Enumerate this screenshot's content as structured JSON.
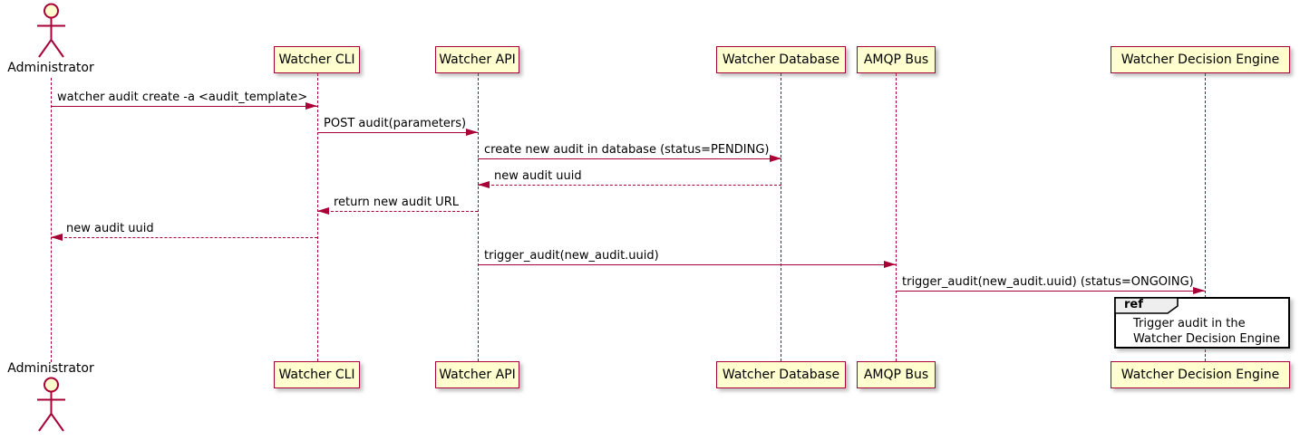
{
  "diagram": {
    "type": "sequence-diagram",
    "participants": [
      {
        "label": "Administrator",
        "kind": "actor"
      },
      {
        "label": "Watcher CLI",
        "kind": "participant"
      },
      {
        "label": "Watcher API",
        "kind": "participant"
      },
      {
        "label": "Watcher Database",
        "kind": "participant"
      },
      {
        "label": "AMQP Bus",
        "kind": "participant"
      },
      {
        "label": "Watcher Decision Engine",
        "kind": "participant"
      }
    ],
    "messages": [
      {
        "label": "watcher audit create -a <audit_template>",
        "from": "Administrator",
        "to": "Watcher CLI",
        "style": "solid"
      },
      {
        "label": "POST audit(parameters)",
        "from": "Watcher CLI",
        "to": "Watcher API",
        "style": "solid"
      },
      {
        "label": "create new audit in database (status=PENDING)",
        "from": "Watcher API",
        "to": "Watcher Database",
        "style": "solid"
      },
      {
        "label": "new audit uuid",
        "from": "Watcher Database",
        "to": "Watcher API",
        "style": "dashed"
      },
      {
        "label": "return new audit URL",
        "from": "Watcher API",
        "to": "Watcher CLI",
        "style": "dashed"
      },
      {
        "label": "new audit uuid",
        "from": "Watcher CLI",
        "to": "Administrator",
        "style": "dashed"
      },
      {
        "label": "trigger_audit(new_audit.uuid)",
        "from": "Watcher API",
        "to": "AMQP Bus",
        "style": "solid"
      },
      {
        "label": "trigger_audit(new_audit.uuid) (status=ONGOING)",
        "from": "AMQP Bus",
        "to": "Watcher Decision Engine",
        "style": "solid"
      }
    ],
    "ref": {
      "keyword": "ref",
      "line1": "Trigger audit in the",
      "line2": "Watcher Decision Engine",
      "over": "Watcher Decision Engine"
    },
    "colors": {
      "participant_fill": "#FEFECE",
      "stroke": "#A80036",
      "ref_border": "#000000",
      "ref_tab_fill": "#EEEEEE",
      "text": "#000000",
      "background": "#FFFFFF"
    }
  }
}
